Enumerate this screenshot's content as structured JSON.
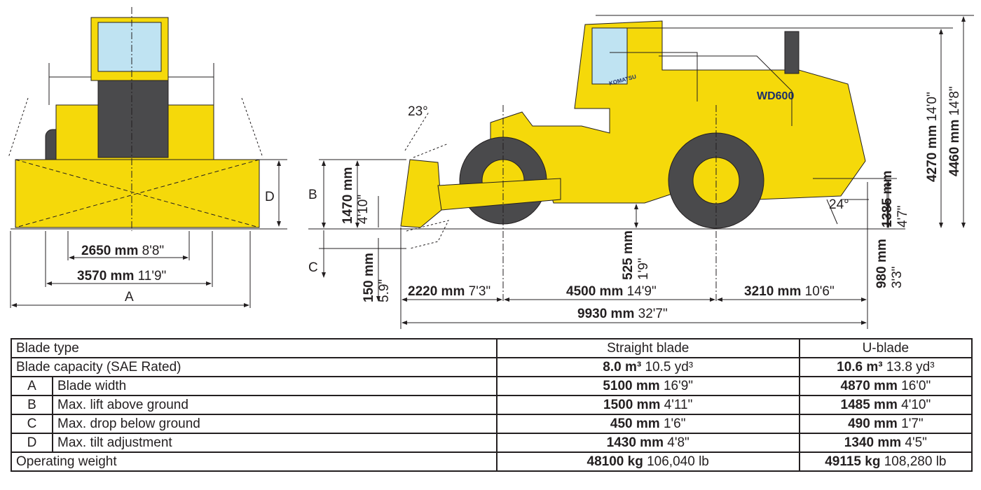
{
  "front_view": {
    "label_a": "A",
    "label_d": "D",
    "dim_track": {
      "metric": "2650 mm",
      "imperial": "8'8\""
    },
    "dim_width": {
      "metric": "3570 mm",
      "imperial": "11'9\""
    }
  },
  "side_view": {
    "brand": "KOMATSU",
    "model": "WD600",
    "label_b": "B",
    "label_c": "C",
    "angle_blade": "23°",
    "angle_rear": "24°",
    "dim_lift": {
      "metric": "1470 mm",
      "imperial": "4'10\""
    },
    "dim_drop": {
      "metric": "150 mm",
      "imperial": "5.9\""
    },
    "dim_clearance": {
      "metric": "525 mm",
      "imperial": "1'9\""
    },
    "dim_rear_clear": {
      "metric": "980 mm",
      "imperial": "3'3\""
    },
    "dim_rear_height": {
      "metric": "1385 mm",
      "imperial": "4'7\""
    },
    "dim_cab_height": {
      "metric": "4270 mm",
      "imperial": "14'0\""
    },
    "dim_total_height": {
      "metric": "4460 mm",
      "imperial": "14'8\""
    },
    "dim_front": {
      "metric": "2220 mm",
      "imperial": "7'3\""
    },
    "dim_wheelbase": {
      "metric": "4500 mm",
      "imperial": "14'9\""
    },
    "dim_rear": {
      "metric": "3210 mm",
      "imperial": "10'6\""
    },
    "dim_length": {
      "metric": "9930 mm",
      "imperial": "32'7\""
    }
  },
  "table": {
    "header": [
      "Blade type",
      "Straight blade",
      "U-blade"
    ],
    "rows": [
      {
        "letter": "",
        "label": "Blade capacity (SAE Rated)",
        "s_bold": "8.0 m³",
        "s_alt": "10.5 yd³",
        "u_bold": "10.6 m³",
        "u_alt": "13.8 yd³"
      },
      {
        "letter": "A",
        "label": "Blade width",
        "s_bold": "5100 mm",
        "s_alt": "16'9\"",
        "u_bold": "4870 mm",
        "u_alt": "16'0\""
      },
      {
        "letter": "B",
        "label": "Max. lift above ground",
        "s_bold": "1500 mm",
        "s_alt": "4'11\"",
        "u_bold": "1485 mm",
        "u_alt": "4'10\""
      },
      {
        "letter": "C",
        "label": "Max. drop below ground",
        "s_bold": "450 mm",
        "s_alt": "1'6\"",
        "u_bold": "490 mm",
        "u_alt": "1'7\""
      },
      {
        "letter": "D",
        "label": "Max. tilt adjustment",
        "s_bold": "1430 mm",
        "s_alt": "4'8\"",
        "u_bold": "1340 mm",
        "u_alt": "4'5\""
      },
      {
        "letter": "",
        "label": "Operating weight",
        "s_bold": "48100 kg",
        "s_alt": "106,040 lb",
        "u_bold": "49115 kg",
        "u_alt": "108,280 lb"
      }
    ]
  }
}
